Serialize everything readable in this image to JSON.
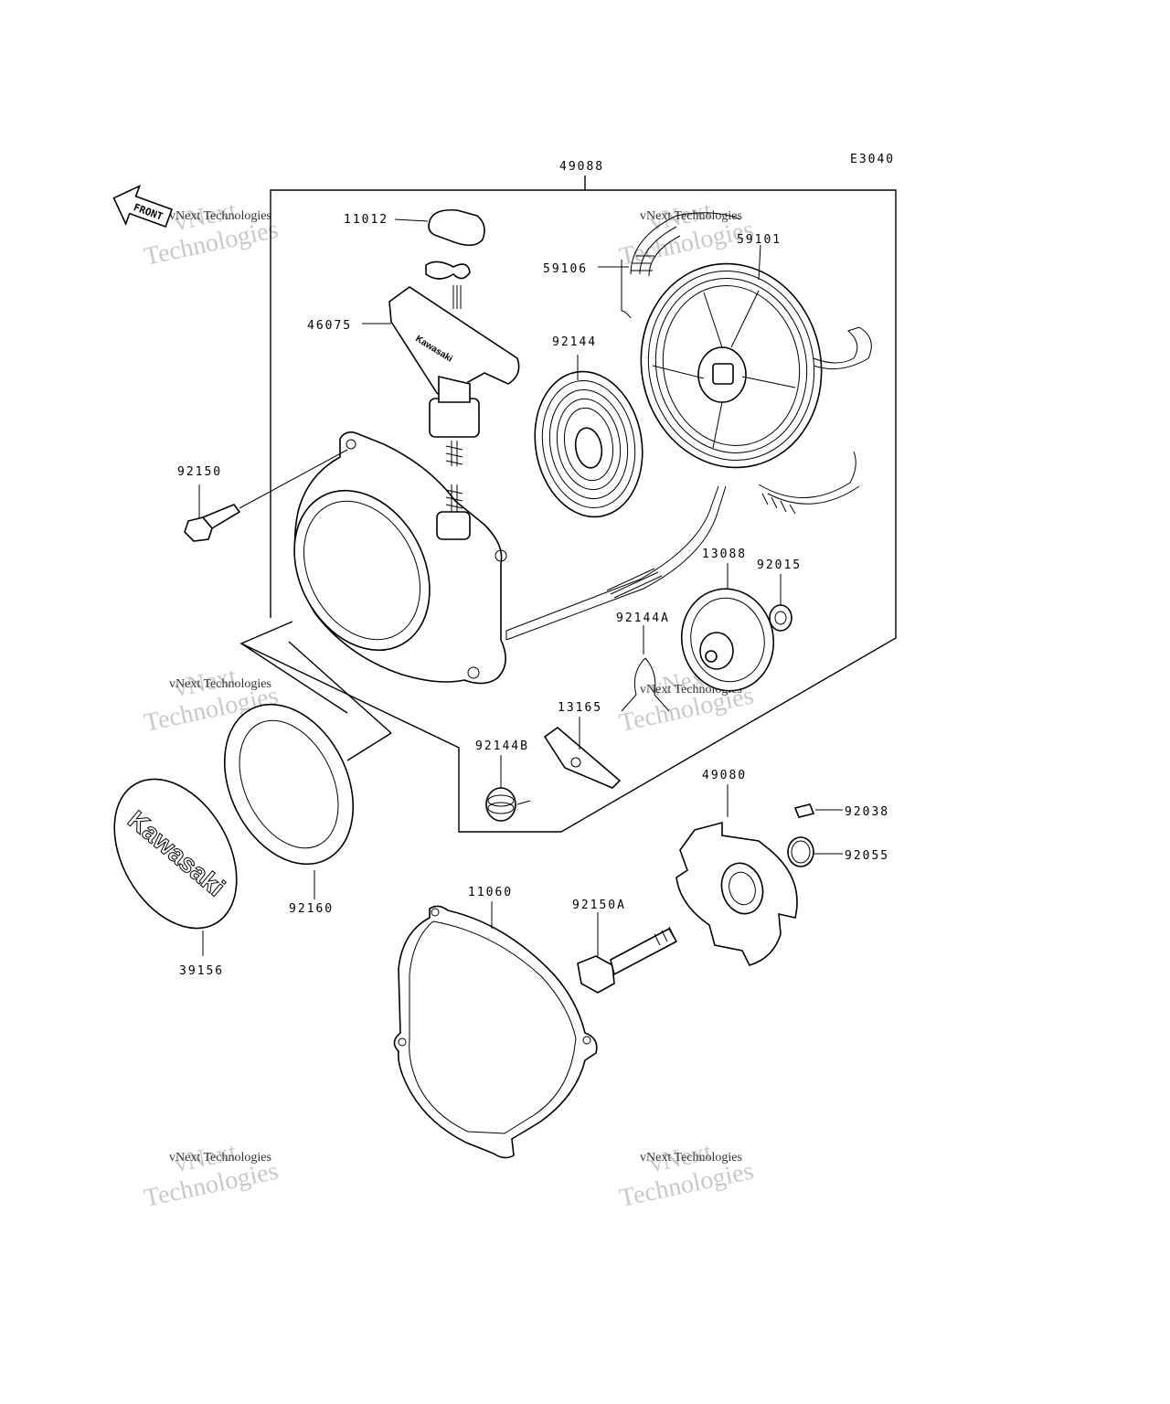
{
  "diagram": {
    "code": "E3040",
    "front_label": "FRONT",
    "brand_cover_text": "Kawasaki",
    "brand_handle_text": "Kawasaki",
    "watermark_line1": "vNext",
    "watermark_line2": "Technologies",
    "watermark_small": "vNext Technologies"
  },
  "callouts": {
    "p49088": "49088",
    "p11012": "11012",
    "p59106": "59106",
    "p59101": "59101",
    "p46075": "46075",
    "p92144": "92144",
    "p92150": "92150",
    "p13088": "13088",
    "p92015": "92015",
    "p92144A": "92144A",
    "p13165": "13165",
    "p92144B": "92144B",
    "p49080": "49080",
    "p92038": "92038",
    "p92055": "92055",
    "p92160": "92160",
    "p39156": "39156",
    "p11060": "11060",
    "p92150A": "92150A"
  }
}
